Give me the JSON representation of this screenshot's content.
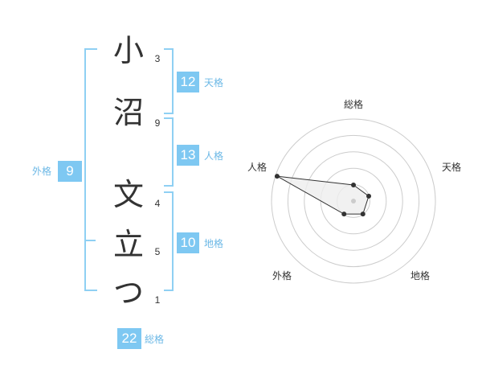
{
  "name": {
    "chars": [
      {
        "char": "小",
        "strokes": "3"
      },
      {
        "char": "沼",
        "strokes": "9"
      },
      {
        "char": "文",
        "strokes": "4"
      },
      {
        "char": "立",
        "strokes": "5"
      },
      {
        "char": "つ",
        "strokes": "1"
      }
    ]
  },
  "fortunes": {
    "tenkaku": {
      "value": "12",
      "label": "天格"
    },
    "jinkaku": {
      "value": "13",
      "label": "人格"
    },
    "chikaku": {
      "value": "10",
      "label": "地格"
    },
    "gaikaku": {
      "value": "9",
      "label": "外格"
    },
    "soukaku": {
      "value": "22",
      "label": "総格"
    }
  },
  "radar": {
    "axes": [
      "総格",
      "天格",
      "地格",
      "外格",
      "人格"
    ],
    "values": [
      1,
      1,
      1,
      1,
      5
    ],
    "max": 5,
    "colors": {
      "fill": "#eeeeee",
      "stroke": "#333333",
      "grid": "#cccccc",
      "accent": "#7ec8f2"
    }
  }
}
